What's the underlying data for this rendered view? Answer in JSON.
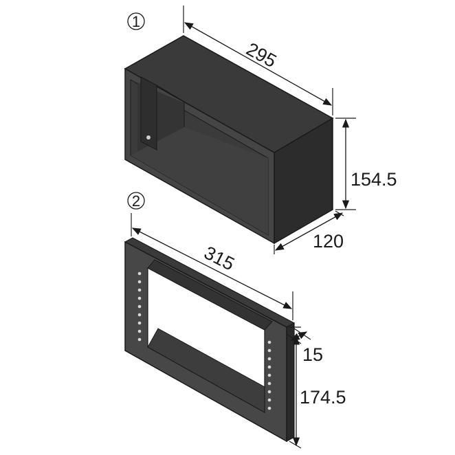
{
  "parts": [
    {
      "number": "1",
      "dimensions": {
        "length": "295",
        "height": "154.5",
        "depth": "120"
      }
    },
    {
      "number": "2",
      "dimensions": {
        "length": "315",
        "height": "174.5",
        "depth": "15"
      }
    }
  ],
  "colors": {
    "front_face": "#4a4a4a",
    "top_face": "#3d3d3d",
    "side_face": "#2f2f2f",
    "interior": "#383838",
    "edge": "#1a1a1a",
    "hole": "#d8d8d8",
    "dimension_line": "#1a1a1a"
  }
}
